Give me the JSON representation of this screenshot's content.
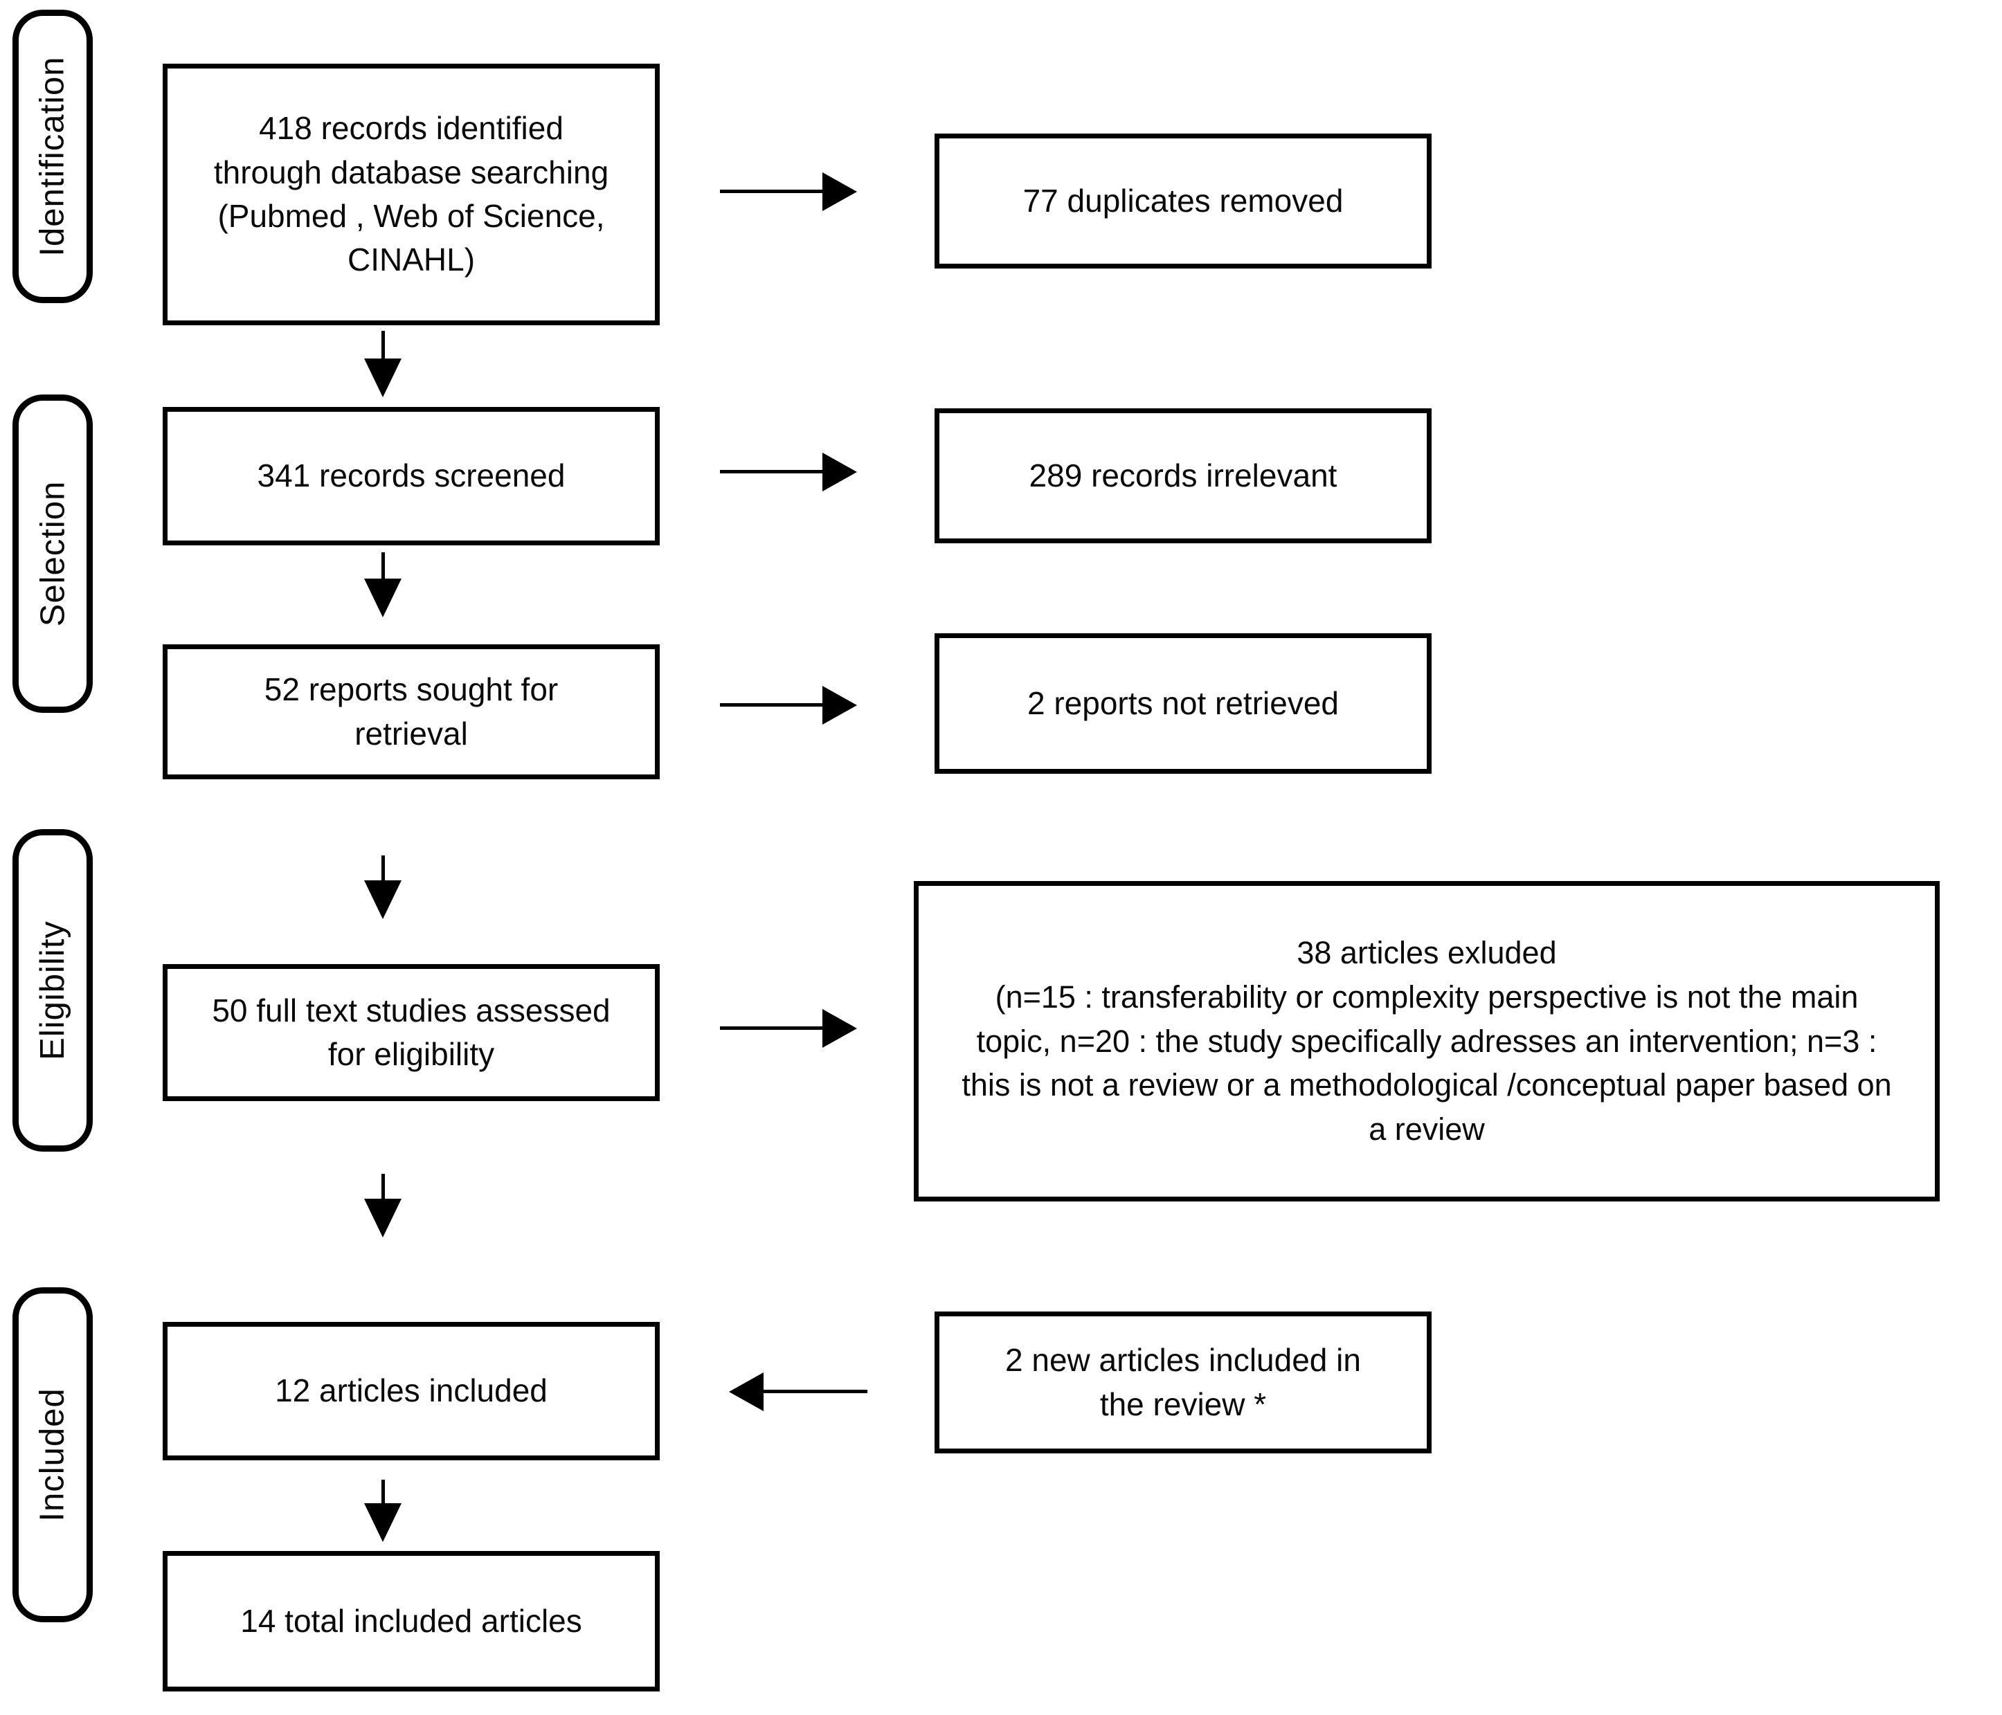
{
  "stages": {
    "identification": "Identification",
    "selection": "Selection",
    "eligibility": "Eligibility",
    "included": "Included"
  },
  "boxes": {
    "records_identified": "418 records identified\nthrough database searching\n(Pubmed , Web of Science,\nCINAHL)",
    "duplicates_removed": "77 duplicates removed",
    "records_screened": "341 records screened",
    "records_irrelevant": "289 records irrelevant",
    "reports_sought": "52 reports sought for\nretrieval",
    "reports_not_retrieved": "2 reports not retrieved",
    "fulltext_assessed": "50 full text studies assessed\nfor eligibility",
    "articles_excluded": "38 articles exluded\n(n=15 : transferability or complexity perspective is not the main\ntopic, n=20 : the study specifically adresses an intervention; n=3 :\nthis is not a review or a methodological /conceptual paper based on\na review",
    "articles_included": "12 articles included",
    "new_articles_included": "2 new articles included in\nthe review *",
    "total_included": "14 total included articles"
  },
  "connections": [
    {
      "from": "records_identified",
      "to": "duplicates_removed",
      "direction": "right"
    },
    {
      "from": "records_identified",
      "to": "records_screened",
      "direction": "down"
    },
    {
      "from": "records_screened",
      "to": "records_irrelevant",
      "direction": "right"
    },
    {
      "from": "records_screened",
      "to": "reports_sought",
      "direction": "down"
    },
    {
      "from": "reports_sought",
      "to": "reports_not_retrieved",
      "direction": "right"
    },
    {
      "from": "reports_sought",
      "to": "fulltext_assessed",
      "direction": "down"
    },
    {
      "from": "fulltext_assessed",
      "to": "articles_excluded",
      "direction": "right"
    },
    {
      "from": "fulltext_assessed",
      "to": "articles_included",
      "direction": "down"
    },
    {
      "from": "new_articles_included",
      "to": "articles_included",
      "direction": "left"
    },
    {
      "from": "articles_included",
      "to": "total_included",
      "direction": "down"
    }
  ],
  "colors": {
    "line": "#000000",
    "background": "#ffffff",
    "text": "#0a0a0a"
  }
}
